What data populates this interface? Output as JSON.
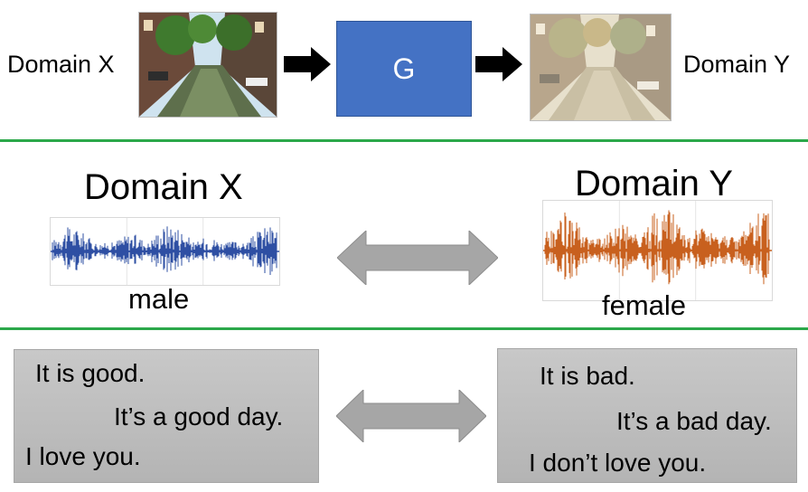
{
  "top_row": {
    "left_label": "Domain X",
    "generator_label": "G",
    "right_label": "Domain Y",
    "input_image_icon": "canal-photo",
    "output_image_icon": "canal-painting"
  },
  "audio_row": {
    "left_title": "Domain X",
    "left_caption": "male",
    "left_color": "#2e4fa3",
    "right_title": "Domain Y",
    "right_caption": "female",
    "right_color": "#c8601e",
    "connector_icon": "double-arrow"
  },
  "text_row": {
    "left_lines": [
      "It is good.",
      "It’s a good day.",
      "I love you."
    ],
    "right_lines": [
      "It is bad.",
      "It’s a bad day.",
      "I don’t love you."
    ],
    "connector_icon": "double-arrow"
  },
  "colors": {
    "divider": "#2ba84a",
    "generator_box": "#4472c4",
    "arrow_gray": "#a6a6a6"
  }
}
